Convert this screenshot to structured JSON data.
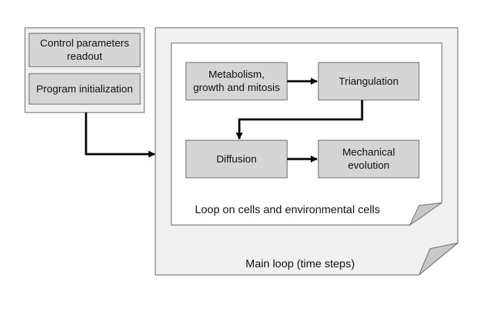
{
  "init_panel": {
    "control_readout": "Control parameters\nreadout",
    "program_init": "Program initialization"
  },
  "inner_loop": {
    "metabolism": "Metabolism,\ngrowth and mitosis",
    "triangulation": "Triangulation",
    "diffusion": "Diffusion",
    "mechanical": "Mechanical\nevolution",
    "caption": "Loop on cells and environmental cells"
  },
  "main_loop": {
    "caption": "Main loop (time steps)"
  },
  "colors": {
    "panel_fill": "#f0f0f0",
    "box_fill": "#d5d5d5",
    "stroke": "#777777",
    "arrow": "#000000",
    "inner_fill": "#ffffff"
  }
}
